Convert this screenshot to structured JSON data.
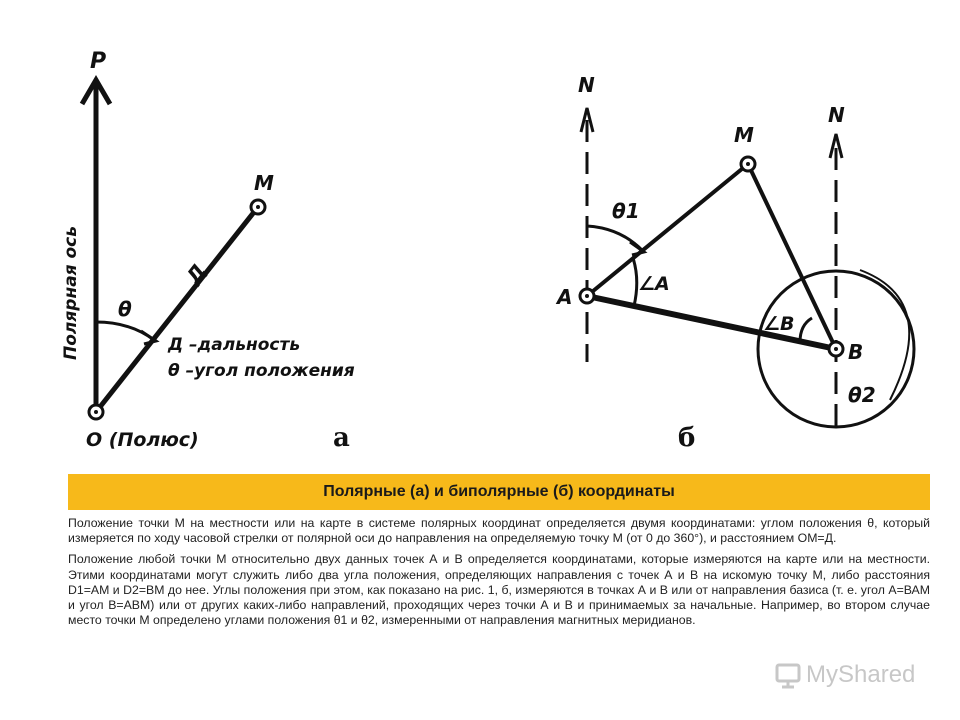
{
  "diagram_a": {
    "axis_label": "P",
    "axis_name": "Полярная ось",
    "point_m": "M",
    "distance_label": "Д",
    "angle_label": "θ",
    "legend_line1": "Д –дальность",
    "legend_line2": "θ –угол положения",
    "pole_label": "O (Полюс)",
    "panel_letter": "а"
  },
  "diagram_b": {
    "north_a": "N",
    "north_b": "N",
    "point_m": "M",
    "point_a": "A",
    "point_b": "B",
    "theta1": "θ1",
    "theta2": "θ2",
    "angle_a": "∠A",
    "angle_b": "∠B",
    "panel_letter": "б"
  },
  "title": "Полярные (а) и биполярные (б) координаты",
  "paragraphs": [
    "Положение точки М на местности или на карте в системе полярных координат определяется двумя координатами: углом положения θ, который измеряется по ходу часовой стрелки от полярной оси до направления на определяемую точку М (от 0 до 360°), и расстоянием ОМ=Д.",
    "Положение любой точки М относительно двух данных точек А и В определяется координатами, которые измеряются на карте или на местности. Этими координатами могут служить либо два угла положения, определяющих направления с точек А и В на искомую точку М, либо расстояния D1=АМ и D2=ВМ до нее. Углы положения при этом, как показано на рис. 1, б, измеряются в точках А и В или от направления базиса (т. е. угол А=ВАМ и угол В=АВМ) или от других каких-либо направлений, проходящих через точки А и В и принимаемых за начальные. Например, во втором случае место точки М определено углами положения θ1 и θ2, измеренными от направления магнитных меридианов."
  ],
  "watermark": "MyShared",
  "colors": {
    "title_bar": "#f7b91a",
    "ink": "#111111"
  }
}
